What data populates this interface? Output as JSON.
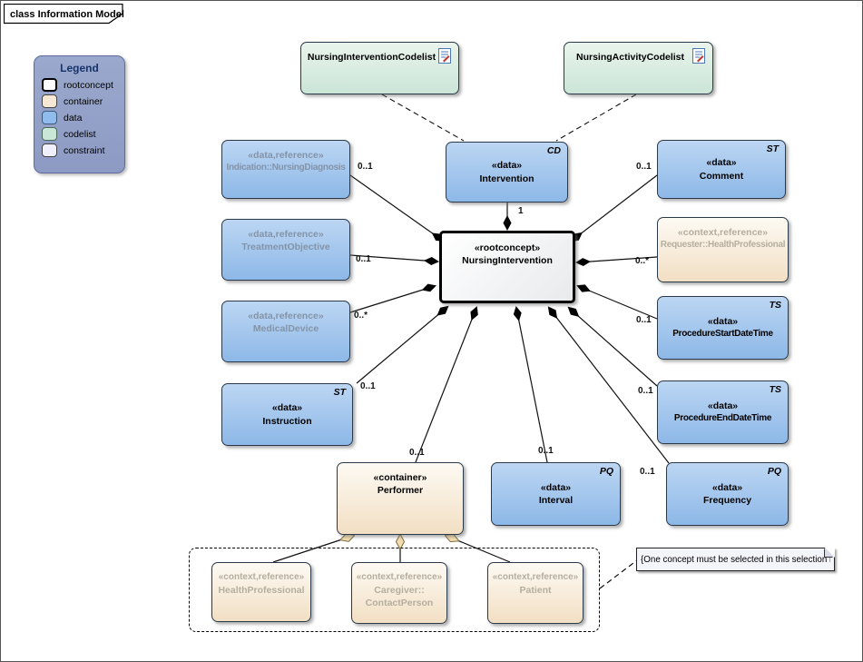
{
  "frame": {
    "label": "class Information Model"
  },
  "legend": {
    "title": "Legend",
    "items": [
      {
        "label": "rootconcept",
        "color": "#ffffff"
      },
      {
        "label": "container",
        "color": "#f7e8d6"
      },
      {
        "label": "data",
        "color": "#8fbcec"
      },
      {
        "label": "codelist",
        "color": "#c9e6d6"
      },
      {
        "label": "constraint",
        "color": "#f0f0fc"
      }
    ]
  },
  "nodes": {
    "nursing_intervention_codelist": {
      "stereotype": "",
      "name": "NursingInterventionCodelist"
    },
    "nursing_activity_codelist": {
      "stereotype": "",
      "name": "NursingActivityCodelist"
    },
    "intervention": {
      "stereotype": "«data»",
      "name": "Intervention",
      "type": "CD",
      "multiplicity": "1"
    },
    "indication": {
      "stereotype": "«data,reference»",
      "name": "Indication::NursingDiagnosis",
      "multiplicity": "0..1"
    },
    "treatment_objective": {
      "stereotype": "«data,reference»",
      "name": "TreatmentObjective",
      "multiplicity": "0..1"
    },
    "medical_device": {
      "stereotype": "«data,reference»",
      "name": "MedicalDevice",
      "multiplicity": "0..*"
    },
    "instruction": {
      "stereotype": "«data»",
      "name": "Instruction",
      "type": "ST",
      "multiplicity": "0..1"
    },
    "nursing_intervention": {
      "stereotype": "«rootconcept»",
      "name": "NursingIntervention"
    },
    "comment": {
      "stereotype": "«data»",
      "name": "Comment",
      "type": "ST",
      "multiplicity": "0..1"
    },
    "requester": {
      "stereotype": "«context,reference»",
      "name": "Requester::HealthProfessional",
      "multiplicity": "0..*"
    },
    "procedure_start": {
      "stereotype": "«data»",
      "name": "ProcedureStartDateTime",
      "type": "TS",
      "multiplicity": "0..1"
    },
    "procedure_end": {
      "stereotype": "«data»",
      "name": "ProcedureEndDateTime",
      "type": "TS",
      "multiplicity": "0..1"
    },
    "frequency": {
      "stereotype": "«data»",
      "name": "Frequency",
      "type": "PQ",
      "multiplicity": "0..1"
    },
    "interval": {
      "stereotype": "«data»",
      "name": "Interval",
      "type": "PQ",
      "multiplicity": "0..1"
    },
    "performer": {
      "stereotype": "«container»",
      "name": "Performer",
      "multiplicity": "0..1"
    },
    "health_professional": {
      "stereotype": "«context,reference»",
      "name": "HealthProfessional"
    },
    "caregiver": {
      "stereotype": "«context,reference»",
      "name": "Caregiver::\nContactPerson"
    },
    "patient": {
      "stereotype": "«context,reference»",
      "name": "Patient"
    }
  },
  "note": {
    "text": "{One concept must be selected in this selection box.}"
  },
  "colors": {
    "data_fill": "#8db8e7",
    "container_fill": "#f2dfc4",
    "codelist_fill": "#cbe5d7",
    "constraint_fill": "#f4f4fb",
    "rootconcept_fill": "#ffffff",
    "legend_bg": "#8d9bc4",
    "reference_text": "#8494a8",
    "doc_icon_red": "#c0392b",
    "doc_icon_blue": "#4a77b8"
  }
}
